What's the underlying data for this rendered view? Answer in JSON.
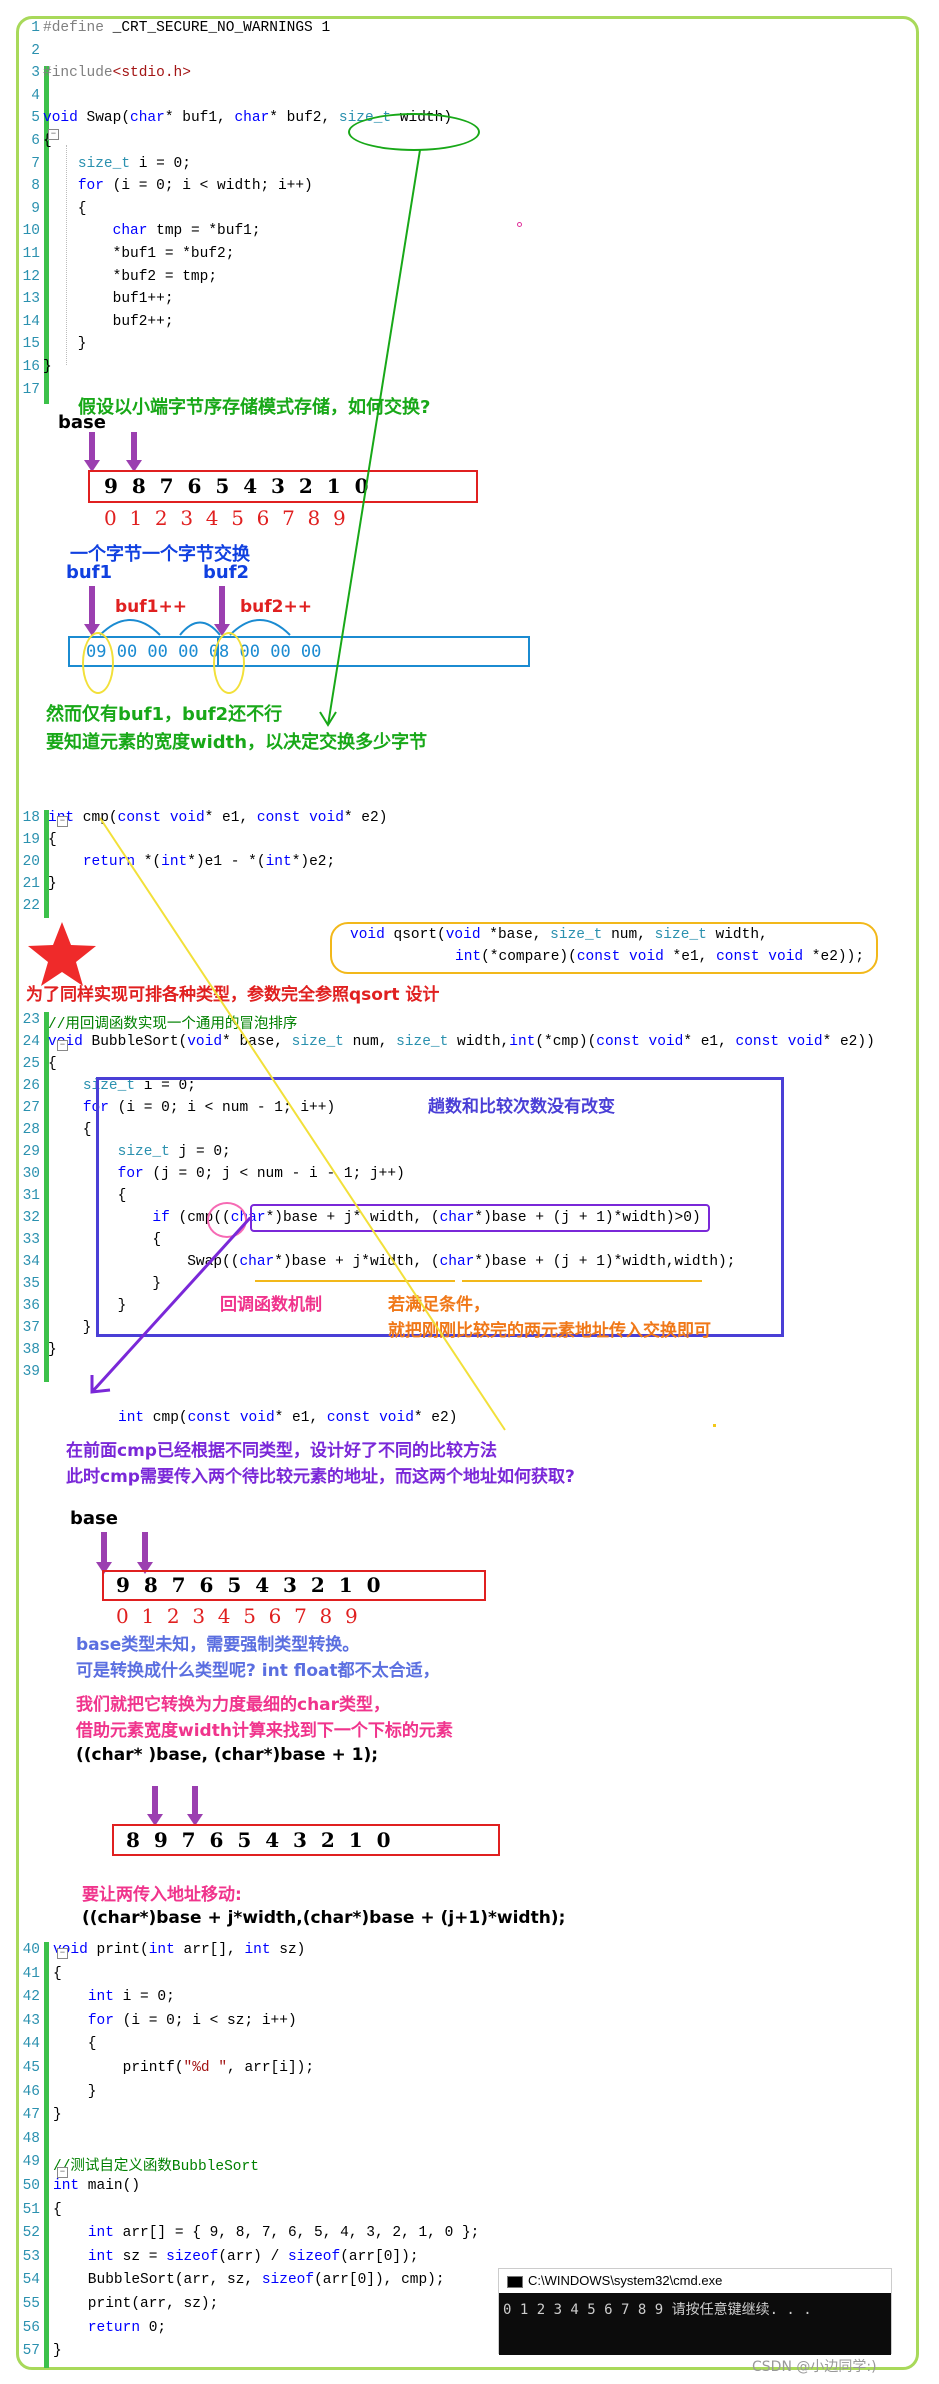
{
  "code_top": [
    {
      "n": "1",
      "t": "#define _CRT_SECURE_NO_WARNINGS 1"
    },
    {
      "n": "2",
      "t": ""
    },
    {
      "n": "3",
      "t": "#include<stdio.h>"
    },
    {
      "n": "4",
      "t": ""
    },
    {
      "n": "5",
      "t": "void Swap(char* buf1, char* buf2, size_t width)"
    },
    {
      "n": "6",
      "t": "{"
    },
    {
      "n": "7",
      "t": "    size_t i = 0;"
    },
    {
      "n": "8",
      "t": "    for (i = 0; i < width; i++)"
    },
    {
      "n": "9",
      "t": "    {"
    },
    {
      "n": "10",
      "t": "        char tmp = *buf1;"
    },
    {
      "n": "11",
      "t": "        *buf1 = *buf2;"
    },
    {
      "n": "12",
      "t": "        *buf2 = tmp;"
    },
    {
      "n": "13",
      "t": "        buf1++;"
    },
    {
      "n": "14",
      "t": "        buf2++;"
    },
    {
      "n": "15",
      "t": "    }"
    },
    {
      "n": "16",
      "t": "}"
    },
    {
      "n": "17",
      "t": ""
    }
  ],
  "note1": "假设以小端字节序存储模式存储，如何交换?",
  "base_label": "base",
  "arr1_digits": "9  8  7  6  5  4  3  2  1  0",
  "arr1_idx": "0  1  2  3  4  5  6  7  8  9",
  "note2": "一个字节一个字节交换",
  "buf1_label": "buf1",
  "buf2_label": "buf2",
  "buf1pp_label": "buf1++",
  "buf2pp_label": "buf2++",
  "mem_bytes": "09 00 00 00 08 00 00 00",
  "note3": "然而仅有buf1，buf2还不行",
  "note4": "要知道元素的宽度width，以决定交换多少字节",
  "code_cmp": [
    {
      "n": "18",
      "t": "int cmp(const void* e1, const void* e2)"
    },
    {
      "n": "19",
      "t": "{"
    },
    {
      "n": "20",
      "t": "    return *(int*)e1 - *(int*)e2;"
    },
    {
      "n": "21",
      "t": "}"
    },
    {
      "n": "22",
      "t": ""
    }
  ],
  "qsort_line1": "void qsort(void *base, size_t num, size_t width,",
  "qsort_line2": "int(*compare)(const void *e1, const void *e2));",
  "note5": "为了同样实现可排各种类型，参数完全参照qsort 设计",
  "code_bubble": [
    {
      "n": "23",
      "t": "//用回调函数实现一个通用的冒泡排序"
    },
    {
      "n": "24",
      "t": "void BubbleSort(void* base, size_t num, size_t width,int(*cmp)(const void* e1, const void* e2))"
    },
    {
      "n": "25",
      "t": "{"
    },
    {
      "n": "26",
      "t": "    size_t i = 0;"
    },
    {
      "n": "27",
      "t": "    for (i = 0; i < num - 1; i++)"
    },
    {
      "n": "28",
      "t": "    {"
    },
    {
      "n": "29",
      "t": "        size_t j = 0;"
    },
    {
      "n": "30",
      "t": "        for (j = 0; j < num - i - 1; j++)"
    },
    {
      "n": "31",
      "t": "        {"
    },
    {
      "n": "32",
      "t": "            if (cmp((char*)base + j* width, (char*)base + (j + 1)*width)>0)"
    },
    {
      "n": "33",
      "t": "            {"
    },
    {
      "n": "34",
      "t": "                Swap((char*)base + j*width, (char*)base + (j + 1)*width,width);"
    },
    {
      "n": "35",
      "t": "            }"
    },
    {
      "n": "36",
      "t": "        }"
    },
    {
      "n": "37",
      "t": "    }"
    },
    {
      "n": "38",
      "t": "}"
    },
    {
      "n": "39",
      "t": ""
    }
  ],
  "note_trips": "趟数和比较次数没有改变",
  "note_callback": "回调函数机制",
  "note_cond1": "若满足条件，",
  "note_cond2": "就把刚刚比较完的两元素地址传入交换即可",
  "cmp_decl": "int cmp(const void* e1, const void* e2)",
  "note6": "在前面cmp已经根据不同类型，设计好了不同的比较方法",
  "note7": "此时cmp需要传入两个待比较元素的地址，而这两个地址如何获取?",
  "base_label2": "base",
  "arr2_digits": "9  8  7  6  5  4  3  2  1  0",
  "arr2_idx": "0  1  2  3  4  5  6  7  8  9",
  "note8": "base类型未知，需要强制类型转换。",
  "note9": "可是转换成什么类型呢? int float都不太合适，",
  "note10": "我们就把它转换为力度最细的char类型，",
  "note11": "借助元素宽度width计算来找到下一个下标的元素",
  "note12": "((char* )base, (char*)base + 1);",
  "arr3_digits": "8  9  7  6  5  4  3  2  1  0",
  "note13": "要让两传入地址移动:",
  "note14": "((char*)base + j*width,(char*)base + (j+1)*width);",
  "code_print": [
    {
      "n": "40",
      "t": "void print(int arr[], int sz)"
    },
    {
      "n": "41",
      "t": "{"
    },
    {
      "n": "42",
      "t": "    int i = 0;"
    },
    {
      "n": "43",
      "t": "    for (i = 0; i < sz; i++)"
    },
    {
      "n": "44",
      "t": "    {"
    },
    {
      "n": "45",
      "t": "        printf(\"%d \", arr[i]);"
    },
    {
      "n": "46",
      "t": "    }"
    },
    {
      "n": "47",
      "t": "}"
    },
    {
      "n": "48",
      "t": ""
    },
    {
      "n": "49",
      "t": "//测试自定义函数BubbleSort"
    },
    {
      "n": "50",
      "t": "int main()"
    },
    {
      "n": "51",
      "t": "{"
    },
    {
      "n": "52",
      "t": "    int arr[] = { 9, 8, 7, 6, 5, 4, 3, 2, 1, 0 };"
    },
    {
      "n": "53",
      "t": "    int sz = sizeof(arr) / sizeof(arr[0]);"
    },
    {
      "n": "54",
      "t": "    BubbleSort(arr, sz, sizeof(arr[0]), cmp);"
    },
    {
      "n": "55",
      "t": "    print(arr, sz);"
    },
    {
      "n": "56",
      "t": "    return 0;"
    },
    {
      "n": "57",
      "t": "}"
    }
  ],
  "cmd_title": "C:\\WINDOWS\\system32\\cmd.exe",
  "cmd_output": "0 1 2 3 4 5 6 7 8 9 请按任意键继续. . .",
  "watermark": "CSDN @小边同学:)",
  "colors": {
    "frame": "#a8d95a",
    "green_note": "#18a818",
    "blue_note": "#1040e0",
    "red": "#e02020",
    "purple": "#7a28d8",
    "pink": "#f0348c",
    "orange": "#f07818",
    "cyan_box": "#1b8bd1",
    "dark": "#000000"
  }
}
